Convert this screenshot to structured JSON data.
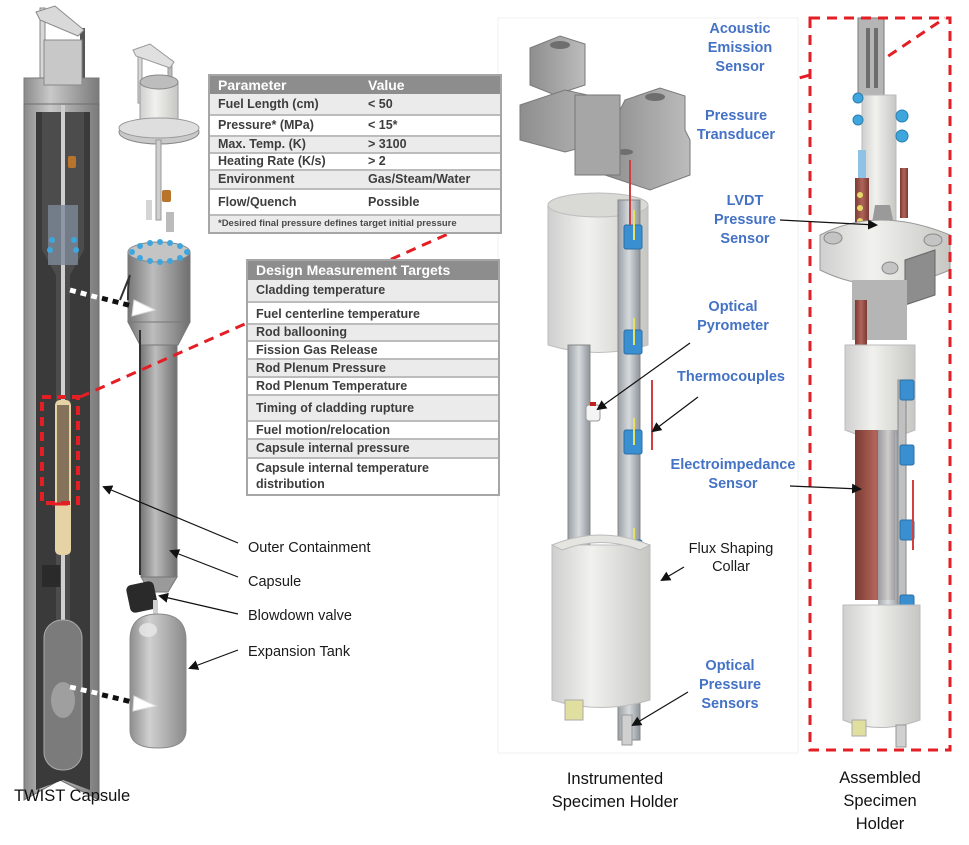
{
  "parameter_table": {
    "headers": [
      "Parameter",
      "Value"
    ],
    "rows": [
      {
        "parameter": "Fuel Length (cm)",
        "value": "< 50"
      },
      {
        "parameter": "Pressure* (MPa)",
        "value": "< 15*"
      },
      {
        "parameter": "Max. Temp. (K)",
        "value": "> 3100"
      },
      {
        "parameter": "Heating Rate (K/s)",
        "value": "> 2"
      },
      {
        "parameter": "Environment",
        "value": "Gas/Steam/Water"
      },
      {
        "parameter": "Flow/Quench",
        "value": "Possible"
      }
    ],
    "footnote": "*Desired final pressure defines target initial pressure"
  },
  "targets_table": {
    "header": "Design Measurement Targets",
    "rows": [
      "Cladding temperature",
      "Fuel centerline temperature",
      "Rod ballooning",
      "Fission Gas Release",
      "Rod Plenum Pressure",
      "Rod Plenum Temperature",
      "Timing of cladding rupture",
      "Fuel motion/relocation",
      "Capsule internal pressure",
      "Capsule internal temperature distribution"
    ]
  },
  "capsule_labels": {
    "outer_containment": "Outer Containment",
    "capsule": "Capsule",
    "blowdown_valve": "Blowdown valve",
    "expansion_tank": "Expansion Tank"
  },
  "sensor_labels": {
    "acoustic_emission": "Acoustic Emission Sensor",
    "pressure_transducer": "Pressure Transducer",
    "lvdt": "LVDT Pressure Sensor",
    "optical_pyrometer": "Optical Pyrometer",
    "thermocouples": "Thermocouples",
    "electroimpedance": "Electroimpedance Sensor",
    "flux_collar": "Flux Shaping Collar",
    "optical_pressure": "Optical Pressure Sensors"
  },
  "captions": {
    "twist": "TWIST Capsule",
    "instrumented": "Instrumented Specimen Holder",
    "assembled": "Assembled Specimen Holder"
  },
  "colors": {
    "label_blue": "#4472c4",
    "callout_red": "#e31e24",
    "table_header": "#8d8d8d"
  }
}
